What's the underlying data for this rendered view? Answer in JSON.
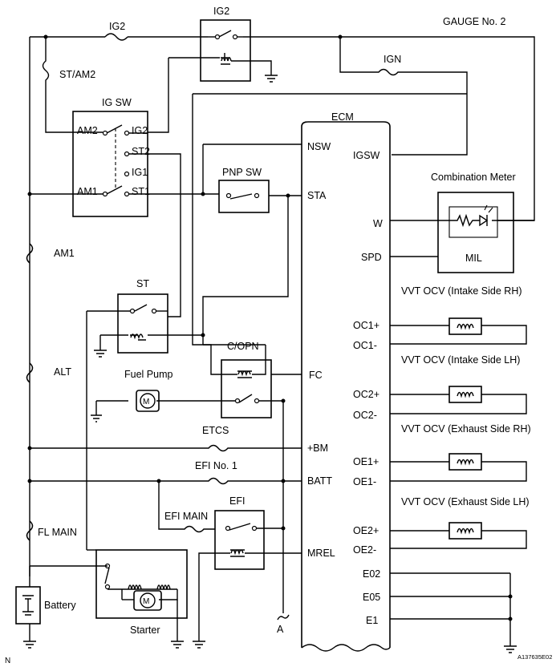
{
  "labels": {
    "ig2_fuse": "IG2",
    "ig2_relay": "IG2",
    "gauge": "GAUGE No. 2",
    "st_am2": "ST/AM2",
    "ign": "IGN",
    "ig_sw": "IG SW",
    "ecm": "ECM",
    "am2": "AM2",
    "ig2_sw": "IG2",
    "st2": "ST2",
    "ig1": "IG1",
    "am1": "AM1",
    "st1": "ST1",
    "pnp_sw": "PNP SW",
    "nsw": "NSW",
    "igsw": "IGSW",
    "sta": "STA",
    "combination_meter": "Combination Meter",
    "w": "W",
    "spd": "SPD",
    "mil": "MIL",
    "am1_fuse": "AM1",
    "st_relay": "ST",
    "vvt1": "VVT OCV (Intake Side RH)",
    "oc1p": "OC1+",
    "oc1m": "OC1-",
    "c_opn": "C/OPN",
    "alt": "ALT",
    "fuel_pump": "Fuel Pump",
    "fc": "FC",
    "vvt2": "VVT OCV (Intake Side LH)",
    "oc2p": "OC2+",
    "oc2m": "OC2-",
    "etcs": "ETCS",
    "bm": "+BM",
    "vvt3": "VVT OCV (Exhaust Side RH)",
    "oe1p": "OE1+",
    "oe1m": "OE1-",
    "efi_no1": "EFI No. 1",
    "batt": "BATT",
    "efi": "EFI",
    "vvt4": "VVT OCV (Exhaust Side LH)",
    "efi_main": "EFI MAIN",
    "oe2p": "OE2+",
    "fl_main": "FL MAIN",
    "mrel": "MREL",
    "oe2m": "OE2-",
    "e02": "E02",
    "battery": "Battery",
    "e05": "E05",
    "e1": "E1",
    "starter": "Starter",
    "a": "A",
    "n": "N",
    "code": "A137635E02"
  }
}
